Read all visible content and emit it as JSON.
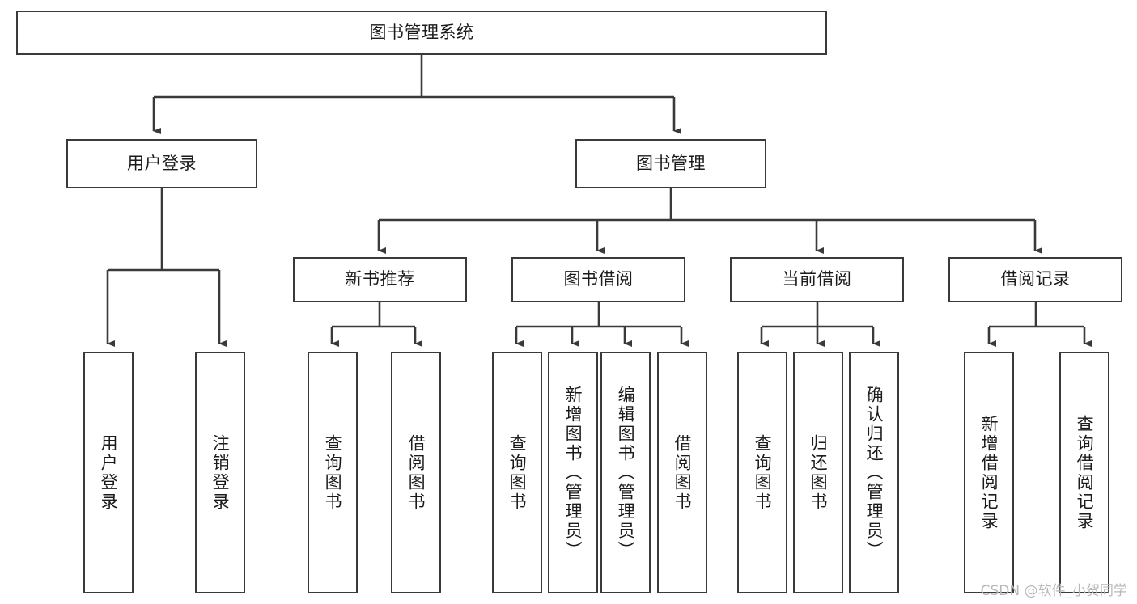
{
  "diagram": {
    "title": "图书管理系统",
    "watermark": "CSDN @软件_小贺同学",
    "stroke_color": "#3a3a3a",
    "background_color": "#ffffff",
    "text_color": "#1b1b1b",
    "nodes": {
      "root": {
        "label": "图书管理系统",
        "orientation": "horizontal"
      },
      "user_login": {
        "label": "用户登录",
        "orientation": "horizontal"
      },
      "book_manage": {
        "label": "图书管理",
        "orientation": "horizontal"
      },
      "new_book_rec": {
        "label": "新书推荐",
        "orientation": "horizontal"
      },
      "book_borrow": {
        "label": "图书借阅",
        "orientation": "horizontal"
      },
      "current_borrow": {
        "label": "当前借阅",
        "orientation": "horizontal"
      },
      "borrow_record": {
        "label": "借阅记录",
        "orientation": "horizontal"
      },
      "leaf_user_login": {
        "label": "用户登录",
        "orientation": "vertical"
      },
      "leaf_logout": {
        "label": "注销登录",
        "orientation": "vertical"
      },
      "leaf_query_book_1": {
        "label": "查询图书",
        "orientation": "vertical"
      },
      "leaf_borrow_book_1": {
        "label": "借阅图书",
        "orientation": "vertical"
      },
      "leaf_query_book_2": {
        "label": "查询图书",
        "orientation": "vertical"
      },
      "leaf_add_book": {
        "label": "新增图书（管理员）",
        "orientation": "vertical"
      },
      "leaf_edit_book": {
        "label": "编辑图书（管理员）",
        "orientation": "vertical"
      },
      "leaf_borrow_book_2": {
        "label": "借阅图书",
        "orientation": "vertical"
      },
      "leaf_query_book_3": {
        "label": "查询图书",
        "orientation": "vertical"
      },
      "leaf_return_book": {
        "label": "归还图书",
        "orientation": "vertical"
      },
      "leaf_confirm_return": {
        "label": "确认归还（管理员）",
        "orientation": "vertical"
      },
      "leaf_add_record": {
        "label": "新增借阅记录",
        "orientation": "vertical"
      },
      "leaf_query_record": {
        "label": "查询借阅记录",
        "orientation": "vertical"
      }
    },
    "edges": [
      {
        "from": "root",
        "to": "user_login"
      },
      {
        "from": "root",
        "to": "book_manage"
      },
      {
        "from": "user_login",
        "to": "leaf_user_login"
      },
      {
        "from": "user_login",
        "to": "leaf_logout"
      },
      {
        "from": "book_manage",
        "to": "new_book_rec"
      },
      {
        "from": "book_manage",
        "to": "book_borrow"
      },
      {
        "from": "book_manage",
        "to": "current_borrow"
      },
      {
        "from": "book_manage",
        "to": "borrow_record"
      },
      {
        "from": "new_book_rec",
        "to": "leaf_query_book_1"
      },
      {
        "from": "new_book_rec",
        "to": "leaf_borrow_book_1"
      },
      {
        "from": "book_borrow",
        "to": "leaf_query_book_2"
      },
      {
        "from": "book_borrow",
        "to": "leaf_add_book"
      },
      {
        "from": "book_borrow",
        "to": "leaf_edit_book"
      },
      {
        "from": "book_borrow",
        "to": "leaf_borrow_book_2"
      },
      {
        "from": "current_borrow",
        "to": "leaf_query_book_3"
      },
      {
        "from": "current_borrow",
        "to": "leaf_return_book"
      },
      {
        "from": "current_borrow",
        "to": "leaf_confirm_return"
      },
      {
        "from": "borrow_record",
        "to": "leaf_add_record"
      },
      {
        "from": "borrow_record",
        "to": "leaf_query_record"
      }
    ]
  }
}
